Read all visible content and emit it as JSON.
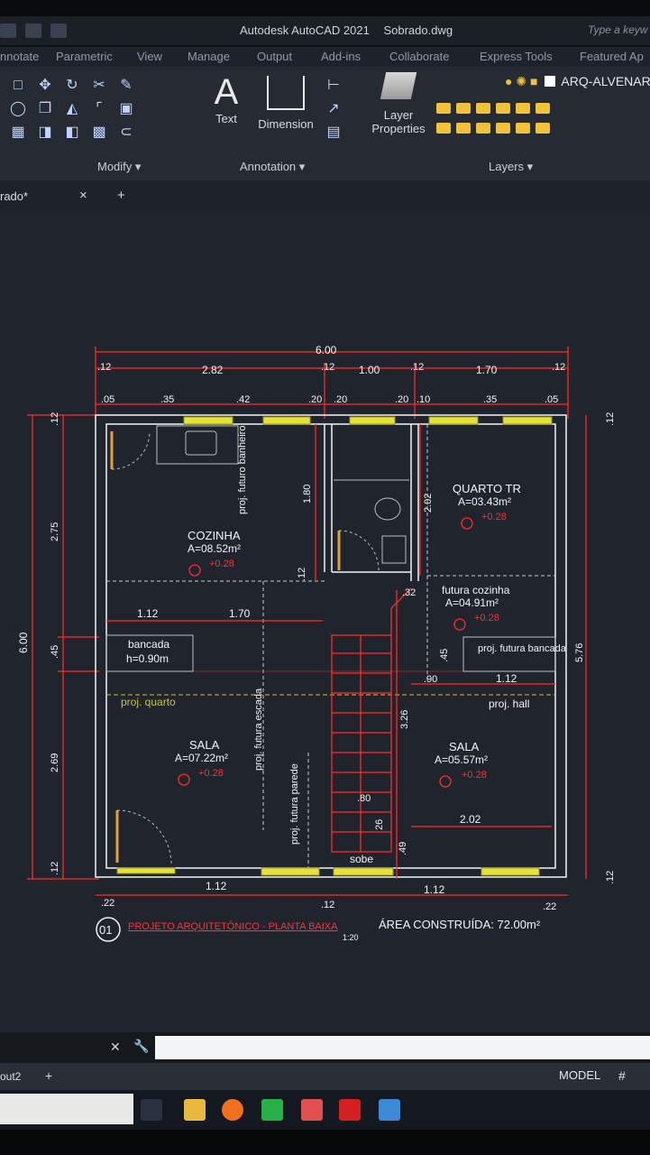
{
  "app": {
    "title": "Autodesk AutoCAD 2021",
    "filename": "Sobrado.dwg",
    "search_hint": "Type a keyw"
  },
  "ribbon_tabs": [
    "nnotate",
    "Parametric",
    "View",
    "Manage",
    "Output",
    "Add-ins",
    "Collaborate",
    "Express Tools",
    "Featured Ap"
  ],
  "ribbon": {
    "modify_label": "Modify",
    "annotation_label": "Annotation",
    "text_label": "Text",
    "dimension_label": "Dimension",
    "layer_properties_line1": "Layer",
    "layer_properties_line2": "Properties",
    "layers_label": "Layers",
    "current_layer": "ARQ-ALVENARIA"
  },
  "document_tab": {
    "label": "rado*",
    "close": "×",
    "add": "+"
  },
  "drawing": {
    "dims_top": {
      "overall": "6.00",
      "row2": [
        ".12",
        "2.82",
        ".12",
        "1.00",
        ".12",
        "1.70",
        ".12"
      ],
      "row3": [
        ".05",
        ".35",
        ".42",
        ".20",
        ".20",
        ".20",
        ".10",
        ".35",
        ".05"
      ]
    },
    "dims_left": [
      "6.00",
      ".12",
      "2.75",
      ".45",
      "2.69",
      ".12"
    ],
    "dims_right": [
      ".12",
      "5.76",
      ".12"
    ],
    "dims_bottom": [
      ".22",
      "1.12",
      ".12",
      "1.12",
      ".22"
    ],
    "rooms": {
      "cozinha": {
        "name": "COZINHA",
        "area": "A=08.52m²",
        "level": "+0.28"
      },
      "quarto": {
        "name": "QUARTO TR",
        "area": "A=03.43m²",
        "level": "+0.28"
      },
      "futura_cozinha": {
        "name": "futura cozinha",
        "area": "A=04.91m²",
        "level": "+0.28"
      },
      "sala1": {
        "name": "SALA",
        "area": "A=07.22m²",
        "level": "+0.28"
      },
      "sala2": {
        "name": "SALA",
        "area": "A=05.57m²",
        "level": "+0.28"
      }
    },
    "labels": {
      "proj_banheiro": "proj. futuro banheiro",
      "bancada": "bancada",
      "bancada_h": "h=0.90m",
      "proj_quarto": "proj. quarto",
      "proj_escada": "proj. futura escada",
      "proj_parede": "proj. futura parede",
      "proj_bancada": "proj. futura bancada",
      "proj_hall": "proj. hall",
      "sobe": "sobe"
    },
    "inner_dims": {
      "d180": "1.80",
      "d12a": ".12",
      "d112a": "1.12",
      "d170": "1.70",
      "d202": "2.02",
      "d32": ".32",
      "d45": ".45",
      "d90": ".90",
      "d112b": "1.12",
      "d326": "3.26",
      "d80": ".80",
      "d26": "26",
      "d49": ".49",
      "d202b": "2.02"
    },
    "title_block": {
      "number": "01",
      "title": "PROJETO ARQUITETÔNICO - PLANTA BAIXA",
      "area": "ÁREA CONSTRUÍDA: 72.00m²",
      "scale": "1:20"
    }
  },
  "layout_bar": {
    "tab": "out2",
    "add": "+",
    "model": "MODEL"
  },
  "colors": {
    "dim_red": "#ff2a2a",
    "wall_white": "#f4f4f4",
    "window_yellow": "#e6e03a",
    "background": "#20252d"
  }
}
